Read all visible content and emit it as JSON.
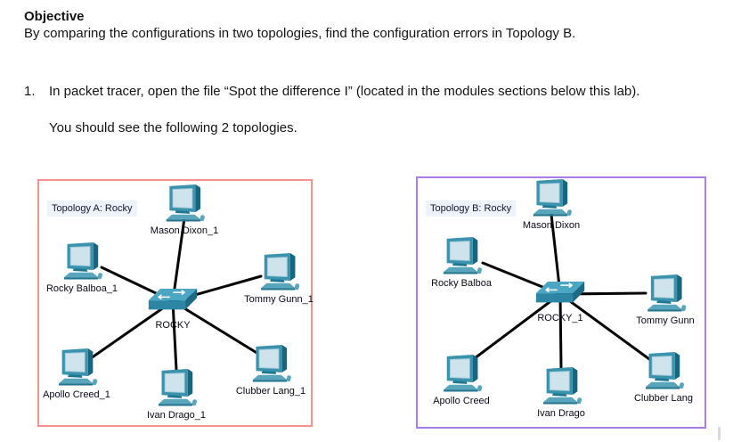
{
  "document": {
    "heading": "Objective",
    "intro": "By comparing the configurations in two topologies, find the configuration errors in Topology B.",
    "step": {
      "number": "1.",
      "text": "In packet tracer, open the file “Spot the difference I” (located in the modules sections below this lab).",
      "followup": "You should see the following 2 topologies."
    }
  },
  "colors": {
    "topology_a_border": "#f5918b",
    "topology_b_border": "#a87de9",
    "cable": "#000000",
    "device_teal": "#3b92ad",
    "device_screen": "#cfe3ec"
  },
  "topology_a": {
    "title": "Topology A: Rocky",
    "switch_label": "ROCKY",
    "pcs": [
      {
        "label": "Mason Dixon_1"
      },
      {
        "label": "Rocky Balboa_1"
      },
      {
        "label": "Tommy Gunn_1"
      },
      {
        "label": "Apollo Creed_1"
      },
      {
        "label": "Ivan Drago_1"
      },
      {
        "label": "Clubber Lang_1"
      }
    ],
    "connections": [
      {
        "from": "ROCKY",
        "to": "Mason Dixon_1"
      },
      {
        "from": "ROCKY",
        "to": "Rocky Balboa_1"
      },
      {
        "from": "ROCKY",
        "to": "Tommy Gunn_1"
      },
      {
        "from": "ROCKY",
        "to": "Apollo Creed_1"
      },
      {
        "from": "ROCKY",
        "to": "Ivan Drago_1"
      },
      {
        "from": "ROCKY",
        "to": "Clubber Lang_1"
      }
    ]
  },
  "topology_b": {
    "title": "Topology B: Rocky",
    "switch_label": "ROCKY_1",
    "pcs": [
      {
        "label": "Mason Dixon"
      },
      {
        "label": "Rocky Balboa"
      },
      {
        "label": "Tommy Gunn"
      },
      {
        "label": "Apollo Creed"
      },
      {
        "label": "Ivan Drago"
      },
      {
        "label": "Clubber Lang"
      }
    ],
    "connections": [
      {
        "from": "ROCKY_1",
        "to": "Mason Dixon"
      },
      {
        "from": "ROCKY_1",
        "to": "Rocky Balboa"
      },
      {
        "from": "ROCKY_1",
        "to": "Tommy Gunn"
      },
      {
        "from": "ROCKY_1",
        "to": "Apollo Creed"
      },
      {
        "from": "ROCKY_1",
        "to": "Ivan Drago"
      },
      {
        "from": "ROCKY_1",
        "to": "Clubber Lang"
      }
    ]
  }
}
